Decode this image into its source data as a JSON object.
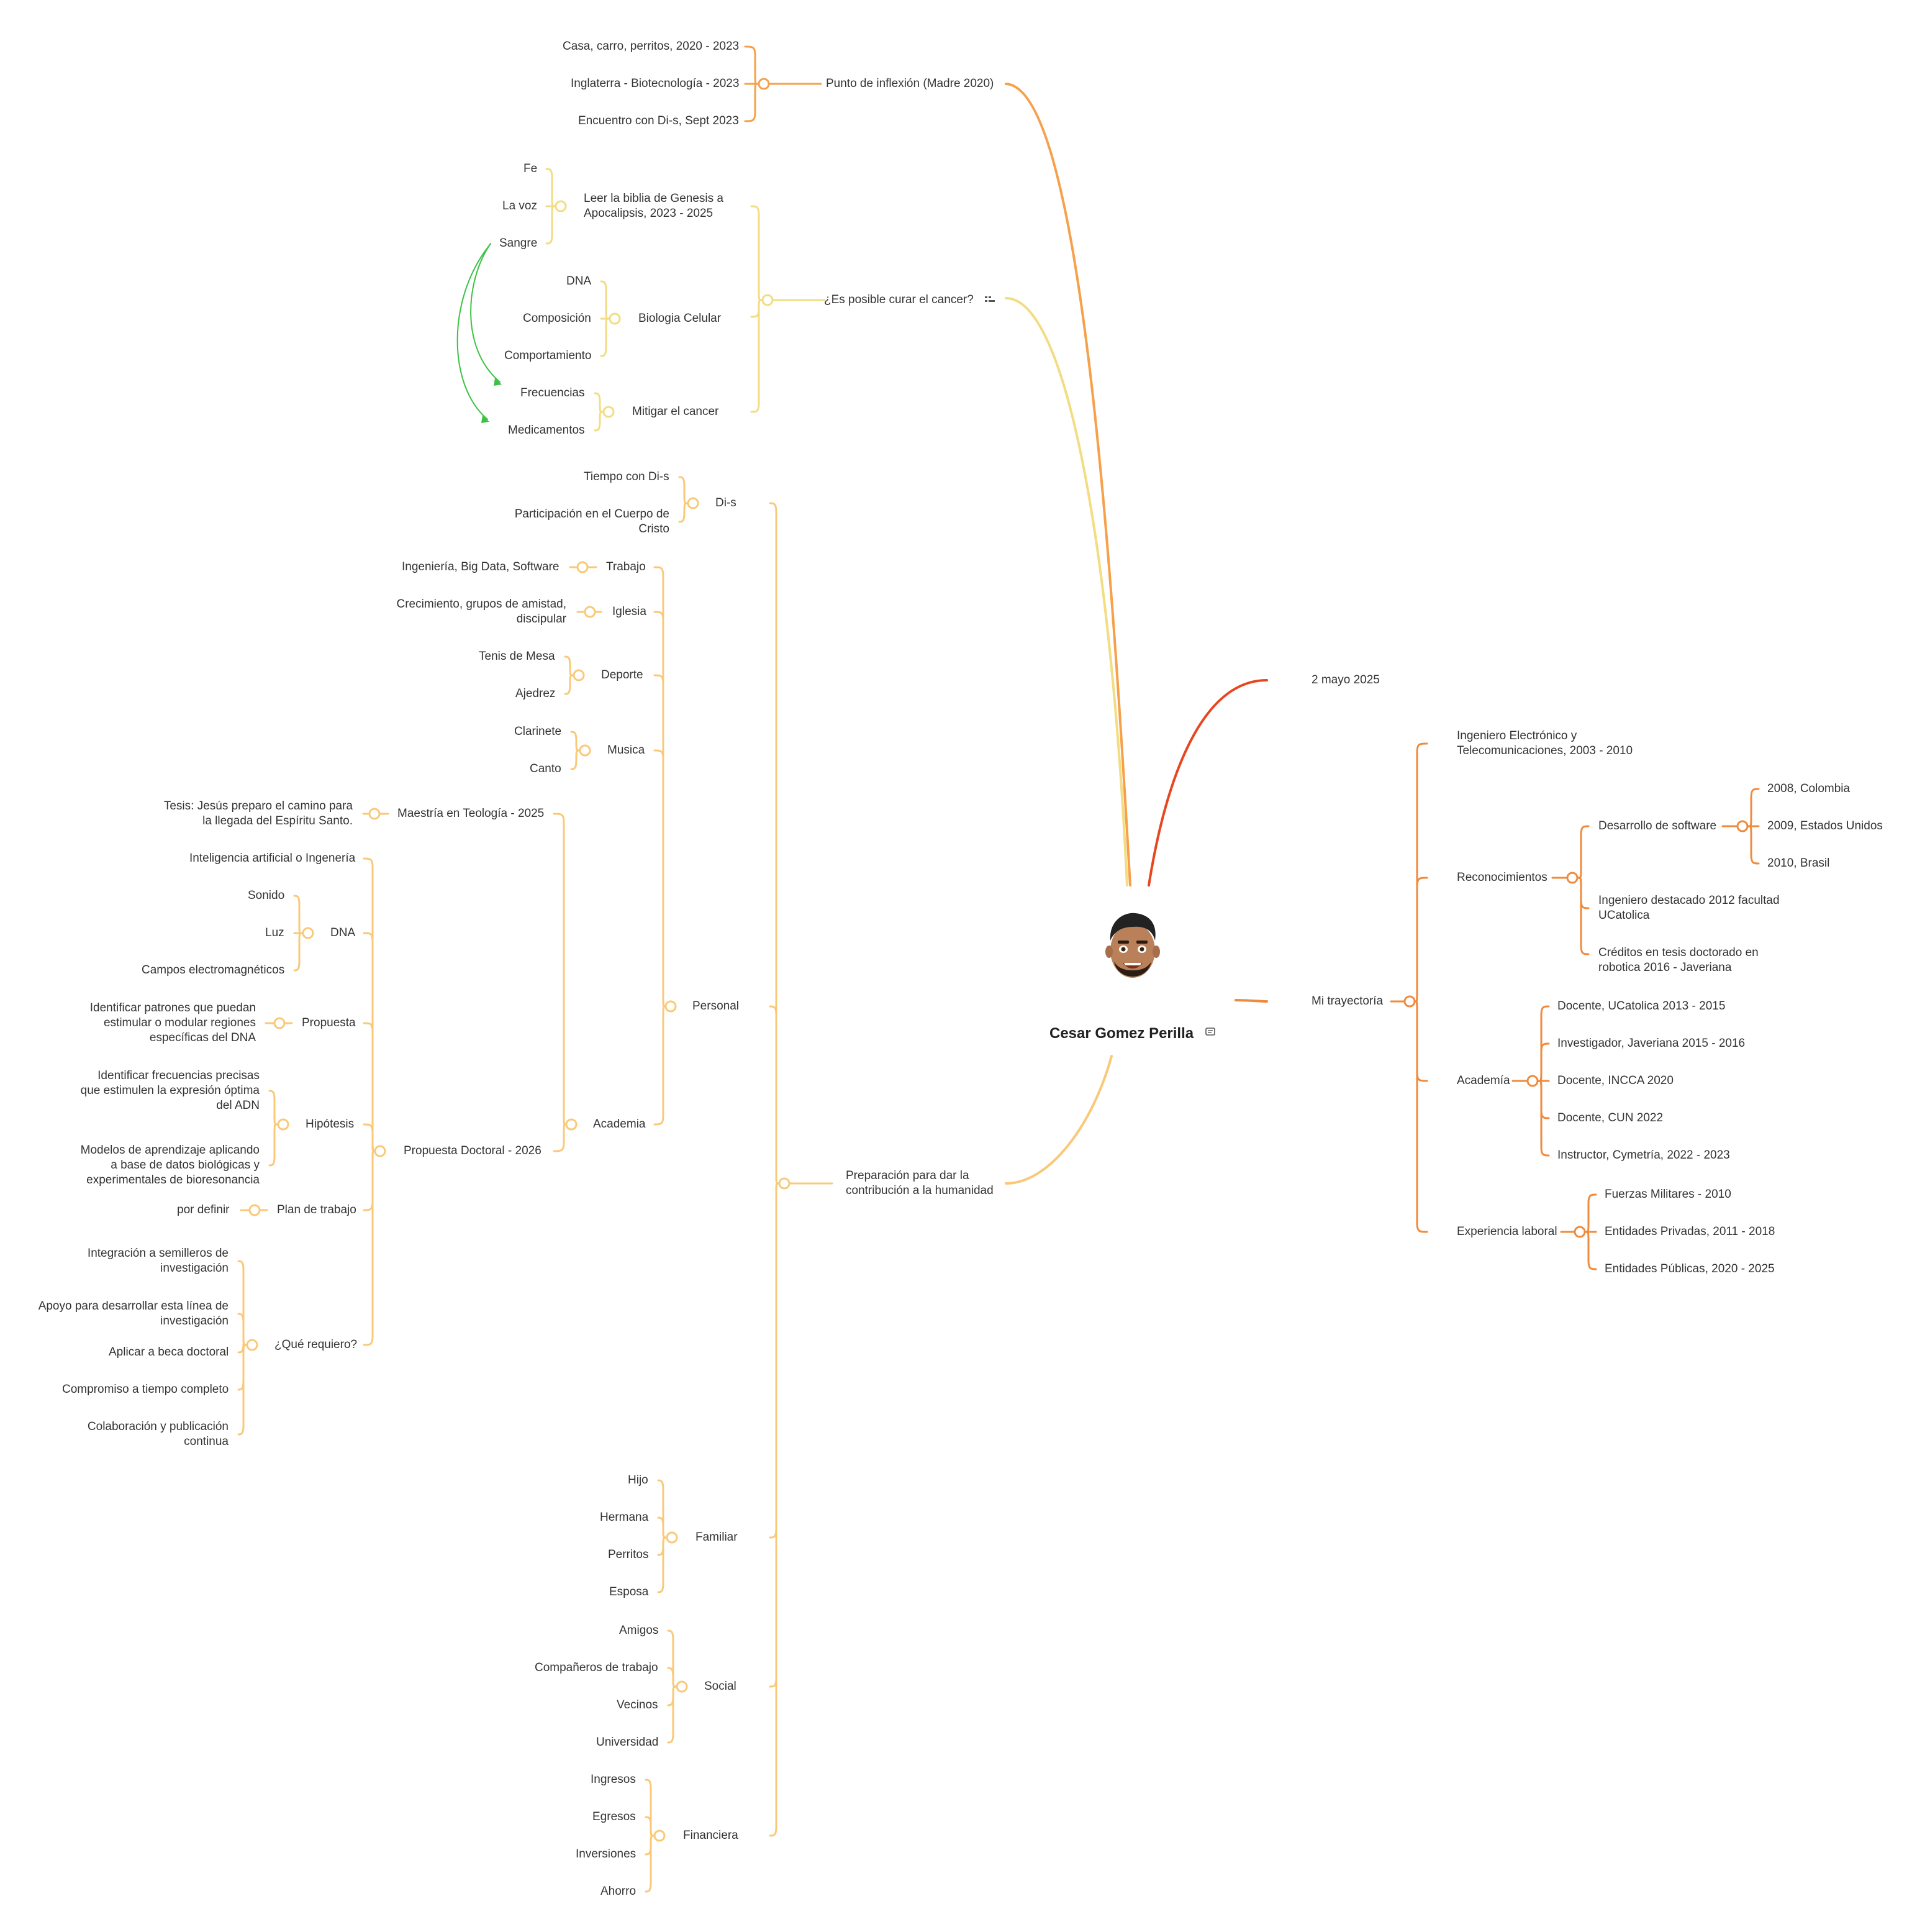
{
  "central": {
    "title": "Cesar Gomez Perilla",
    "icon": "notes-icon",
    "avatar": "memoji-avatar"
  },
  "colors": {
    "left_orange": "#f7a04a",
    "left_yellow": "#f2dd82",
    "left_light": "#f9c978",
    "right_orange": "#f08a3c",
    "date_red": "#e8461e",
    "relation_green": "#3cc145"
  },
  "branches": {
    "punto": {
      "label": "Punto de inflexión (Madre 2020)",
      "children": [
        "Casa, carro, perritos, 2020 - 2023",
        "Inglaterra - Biotecnología - 2023",
        "Encuentro con Di-s, Sept 2023"
      ]
    },
    "cancer": {
      "label": "¿Es posible curar el cancer?",
      "icon": "task-icon",
      "biblia": {
        "label": "Leer la biblia de Genesis a Apocalipsis,  2023 - 2025",
        "children": [
          "Fe",
          "La voz",
          "Sangre"
        ]
      },
      "biologia": {
        "label": "Biologia Celular",
        "children": [
          "DNA",
          "Composición",
          "Comportamiento"
        ]
      },
      "mitigar": {
        "label": "Mitigar el cancer",
        "children": [
          "Frecuencias",
          "Medicamentos"
        ]
      }
    },
    "preparacion": {
      "label": "Preparación para dar la contribución a la humanidad",
      "dis": {
        "label": "Di-s",
        "children": [
          "Tiempo con Di-s",
          "Participación en el Cuerpo de Cristo"
        ]
      },
      "personal": {
        "label": "Personal",
        "trabajo": {
          "label": "Trabajo",
          "children": [
            "Ingeniería, Big Data, Software"
          ]
        },
        "iglesia": {
          "label": "Iglesia",
          "children": [
            "Crecimiento, grupos de amistad, discipular"
          ]
        },
        "deporte": {
          "label": "Deporte",
          "children": [
            "Tenis de Mesa",
            "Ajedrez"
          ]
        },
        "musica": {
          "label": "Musica",
          "children": [
            "Clarinete",
            "Canto"
          ]
        },
        "academia": {
          "label": "Academia",
          "maestria": {
            "label": "Maestría en Teología - 2025",
            "children": [
              "Tesis: Jesús preparo el camino para la llegada del Espíritu Santo."
            ]
          },
          "propuesta_doctoral": {
            "label": "Propuesta Doctoral - 2026",
            "ia": "Inteligencia artificial o Ingenería",
            "dna": {
              "label": "DNA",
              "children": [
                "Sonido",
                "Luz",
                "Campos electromagnéticos"
              ]
            },
            "propuesta": {
              "label": "Propuesta",
              "children": [
                "Identificar patrones que puedan estimular o modular regiones específicas del DNA"
              ]
            },
            "hipotesis": {
              "label": "Hipótesis",
              "children": [
                "Identificar frecuencias precisas que estimulen la expresión óptima del ADN",
                "Modelos de aprendizaje aplicando a base de datos biológicas y experimentales de bioresonancia"
              ]
            },
            "plan": {
              "label": "Plan de trabajo",
              "children": [
                "por definir"
              ]
            },
            "requiero": {
              "label": "¿Qué requiero?",
              "children": [
                "Integración a semilleros de investigación",
                "Apoyo para desarrollar esta línea de investigación",
                "Aplicar a beca doctoral",
                "Compromiso a tiempo completo",
                "Colaboración y publicación continua"
              ]
            }
          }
        }
      },
      "familiar": {
        "label": "Familiar",
        "children": [
          "Hijo",
          "Hermana",
          "Perritos",
          "Esposa"
        ]
      },
      "social": {
        "label": "Social",
        "children": [
          "Amigos",
          "Compañeros de trabajo",
          "Vecinos",
          "Universidad"
        ]
      },
      "financiera": {
        "label": "Financiera",
        "children": [
          "Ingresos",
          "Egresos",
          "Inversiones",
          "Ahorro"
        ]
      }
    },
    "fecha": {
      "label": "2 mayo 2025"
    },
    "trayectoria": {
      "label": "Mi trayectoría",
      "ingeniero": "Ingeniero Electrónico y Telecomunicaciones, 2003 - 2010",
      "reconocimientos": {
        "label": "Reconocimientos",
        "software": {
          "label": "Desarrollo de software",
          "children": [
            "2008, Colombia",
            "2009, Estados Unidos",
            "2010, Brasil"
          ]
        },
        "others": [
          "Ingeniero destacado 2012 facultad UCatolica",
          "Créditos en tesis doctorado en robotica 2016 - Javeriana"
        ]
      },
      "academia": {
        "label": "Academía",
        "children": [
          "Docente, UCatolica 2013 - 2015",
          "Investigador, Javeriana 2015 - 2016",
          "Docente, INCCA 2020",
          "Docente, CUN 2022",
          "Instructor, Cymetría, 2022 - 2023"
        ]
      },
      "laboral": {
        "label": "Experiencia laboral",
        "children": [
          "Fuerzas Militares - 2010",
          "Entidades Privadas, 2011 - 2018",
          "Entidades Públicas, 2020 - 2025"
        ]
      }
    }
  }
}
